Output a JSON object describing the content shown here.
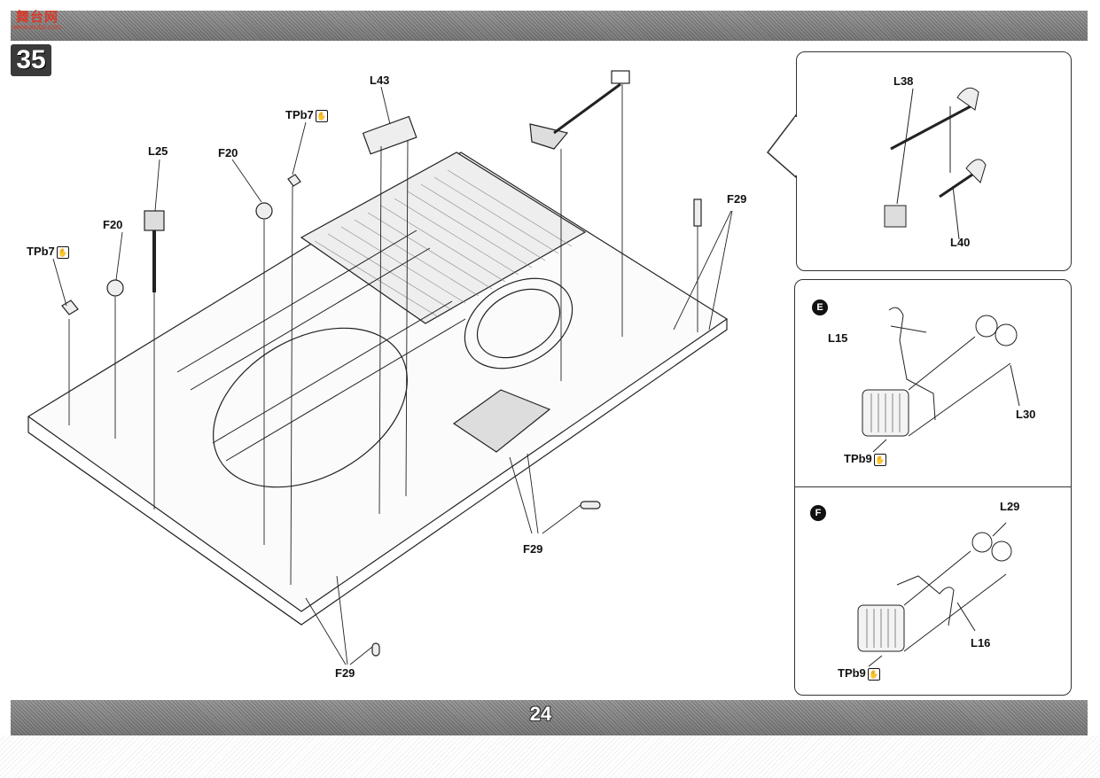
{
  "watermark": {
    "text": "舞台网",
    "sub": "www.wutai.com"
  },
  "step_number": "35",
  "page_number": "24",
  "main_labels": {
    "tpb7_left": "TPb7",
    "f20_left": "F20",
    "l25": "L25",
    "f20_mid": "F20",
    "tpb7_mid": "TPb7",
    "l43": "L43",
    "f29_right": "F29",
    "f29_center": "F29",
    "f29_bottom": "F29"
  },
  "panel_tools": {
    "l38": "L38",
    "l40": "L40"
  },
  "panel_e": {
    "marker": "E",
    "l15": "L15",
    "l30": "L30",
    "tpb9": "TPb9"
  },
  "panel_f": {
    "marker": "F",
    "l29": "L29",
    "l16": "L16",
    "tpb9": "TPb9"
  },
  "photo_etch_icon": {
    "glyph": "✋",
    "name": "photo-etch-icon"
  }
}
